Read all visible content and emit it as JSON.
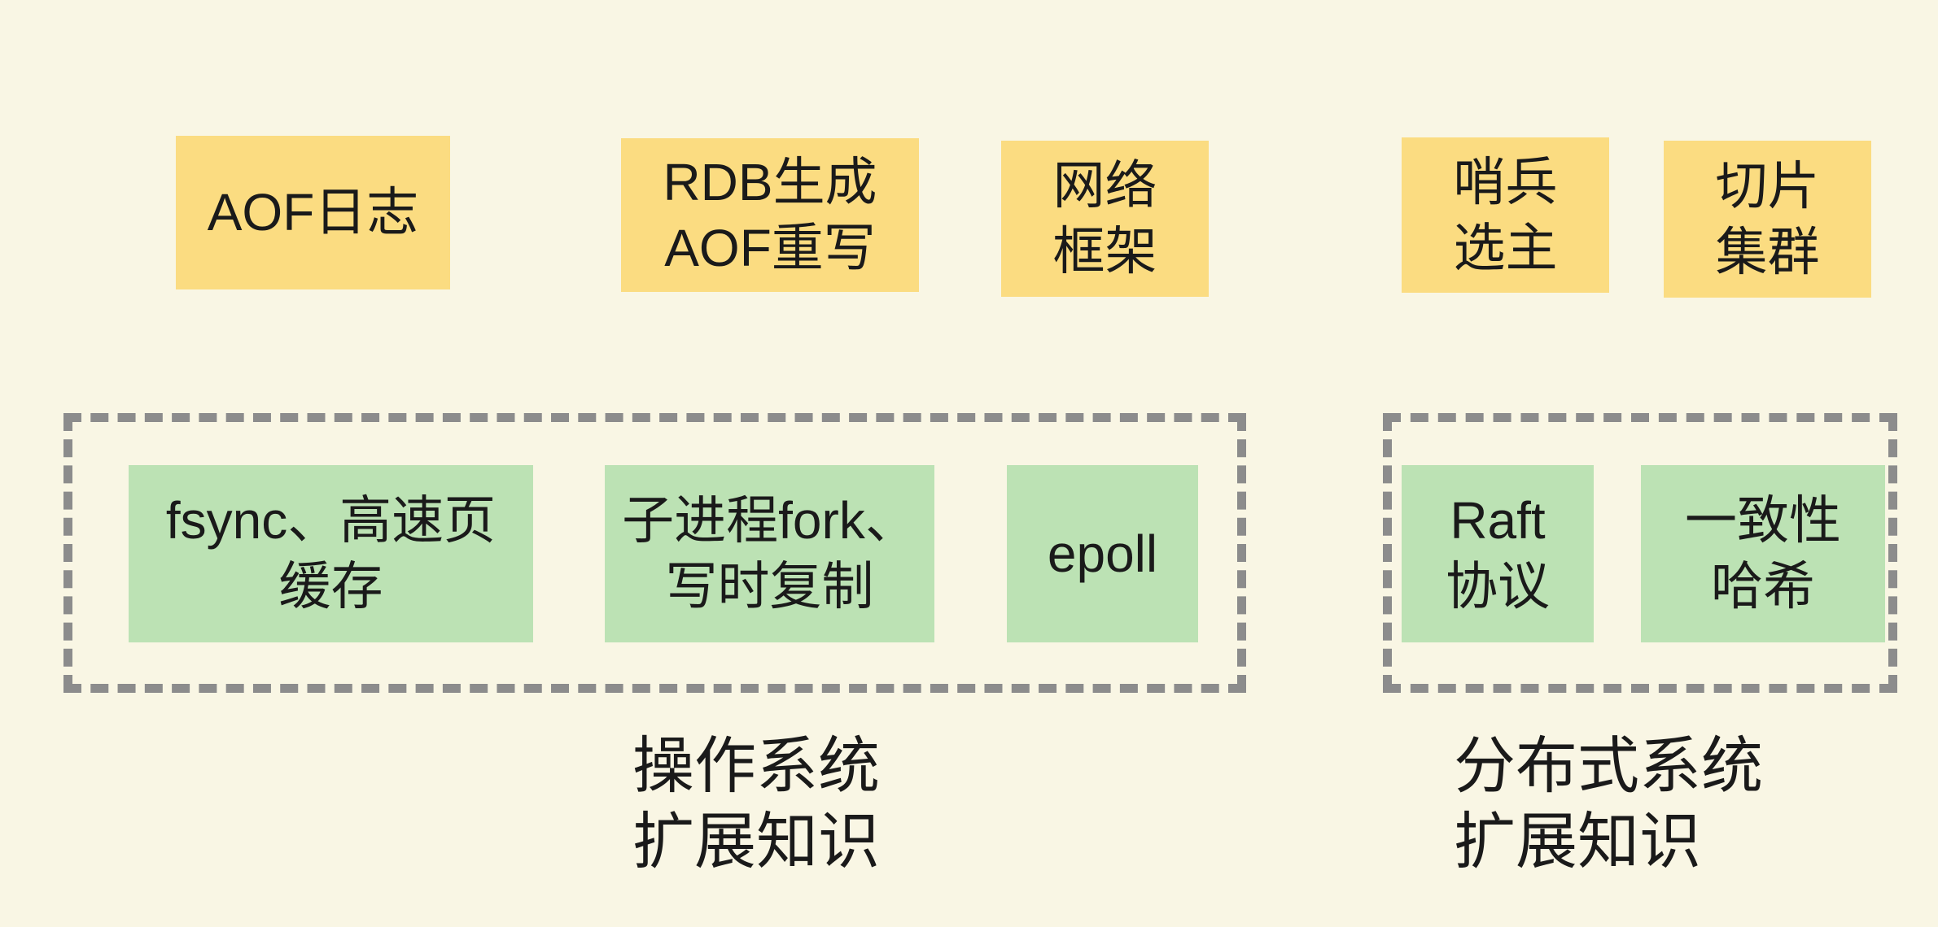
{
  "colors": {
    "background": "#F9F6E4",
    "yellow-note": "#FBDC81",
    "green-note": "#BCE2B4",
    "frame-gray": "#8C8C8C",
    "text": "#1A1A1A"
  },
  "top_boxes": [
    {
      "id": "aof-log",
      "label": "AOF日志"
    },
    {
      "id": "rdb-aof-rewrite",
      "label": "RDB生成\nAOF重写"
    },
    {
      "id": "network-framework",
      "label": "网络\n框架"
    },
    {
      "id": "sentinel-election",
      "label": "哨兵\n选主"
    },
    {
      "id": "sharded-cluster",
      "label": "切片\n集群"
    }
  ],
  "groups": [
    {
      "caption": "操作系统\n扩展知识",
      "boxes": [
        {
          "id": "fsync-page-cache",
          "label": "fsync、高速页\n缓存"
        },
        {
          "id": "fork-copy-on-write",
          "label": "子进程fork、\n写时复制"
        },
        {
          "id": "epoll",
          "label": "epoll"
        }
      ]
    },
    {
      "caption": "分布式系统\n扩展知识",
      "boxes": [
        {
          "id": "raft-protocol",
          "label": "Raft\n协议"
        },
        {
          "id": "consistent-hashing",
          "label": "一致性\n哈希"
        }
      ]
    }
  ]
}
